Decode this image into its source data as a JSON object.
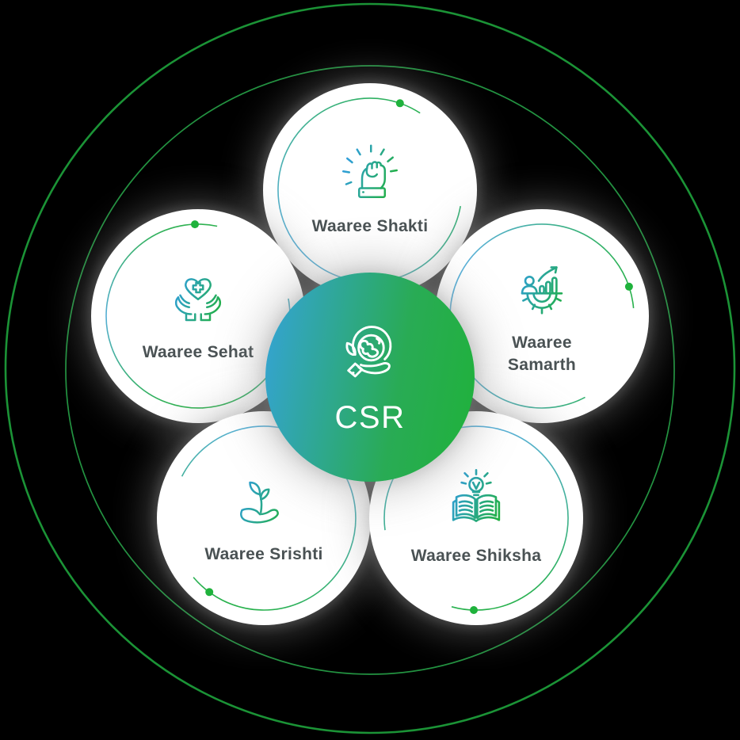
{
  "diagram": {
    "center": {
      "label": "CSR",
      "icon": "globe-in-hand-icon"
    },
    "satellites": [
      {
        "id": "shakti",
        "label": "Waaree Shakti",
        "icon": "raised-fist-icon"
      },
      {
        "id": "sehat",
        "label": "Waaree Sehat",
        "icon": "hands-holding-medical-heart-icon"
      },
      {
        "id": "samarth",
        "label": "Waaree Samarth",
        "icon": "growth-chart-gear-icon"
      },
      {
        "id": "srishti",
        "label": "Waaree Srishti",
        "icon": "hand-holding-sapling-icon"
      },
      {
        "id": "shiksha",
        "label": "Waaree Shiksha",
        "icon": "open-book-lightbulb-icon"
      }
    ],
    "colors": {
      "center_gradient_start": "#35a3d9",
      "center_gradient_end": "#1fb23a",
      "outer_ring": "#1d9f3b",
      "inner_ring": "#27a348",
      "orbit_arc_blue": "#58b0d8",
      "orbit_arc_green": "#27b14c",
      "orbit_dot": "#1fb23c",
      "label_text": "#4a5254",
      "background": "#000000"
    }
  }
}
